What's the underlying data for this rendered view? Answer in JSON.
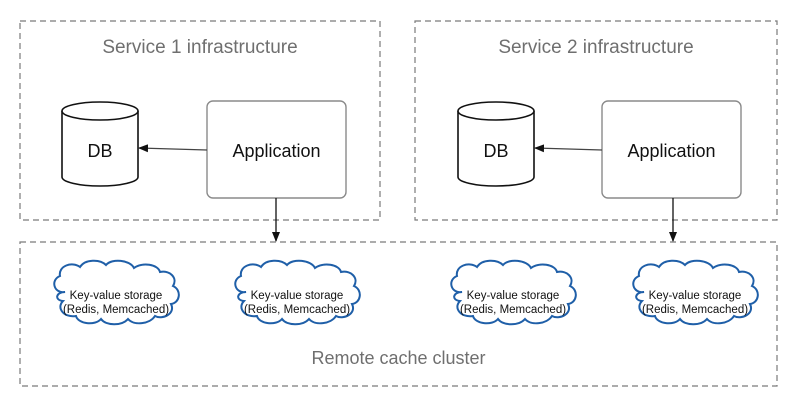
{
  "service1": {
    "title": "Service 1 infrastructure",
    "db_label": "DB",
    "app_label": "Application"
  },
  "service2": {
    "title": "Service 2 infrastructure",
    "db_label": "DB",
    "app_label": "Application"
  },
  "cluster": {
    "title": "Remote cache cluster",
    "nodes": [
      {
        "line1": "Key-value storage",
        "line2": "(Redis, Memcached)"
      },
      {
        "line1": "Key-value storage",
        "line2": "(Redis, Memcached)"
      },
      {
        "line1": "Key-value storage",
        "line2": "(Redis, Memcached)"
      },
      {
        "line1": "Key-value storage",
        "line2": "(Redis, Memcached)"
      }
    ]
  },
  "colors": {
    "stroke": "#7a7a7a",
    "cloud": "#1f5fa8",
    "arrow": "#111111",
    "app_border": "#8a8a8a"
  }
}
